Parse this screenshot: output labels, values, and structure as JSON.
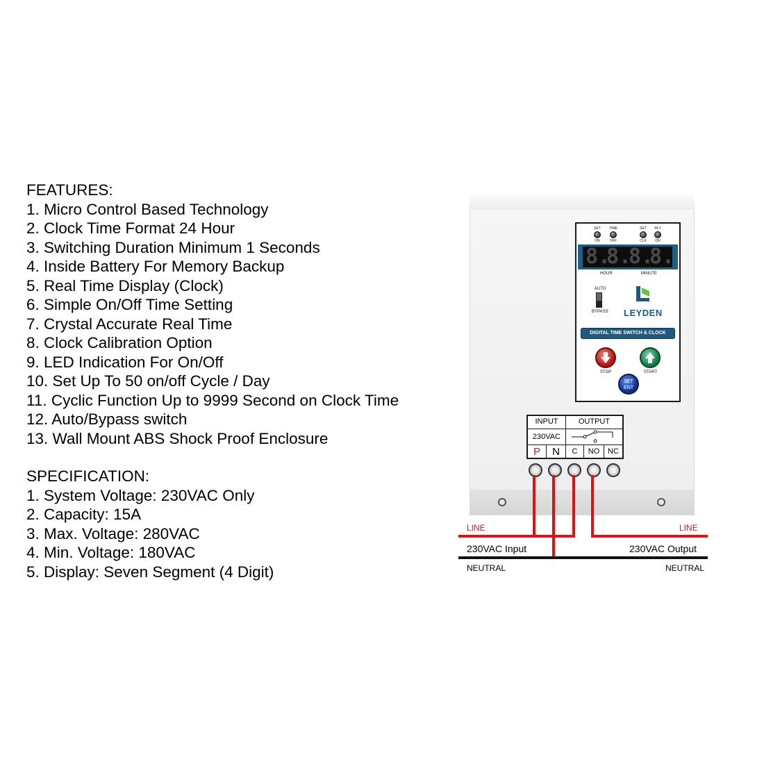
{
  "features": {
    "heading": "FEATURES:",
    "items": [
      "1. Micro Control Based Technology",
      "2. Clock Time Format 24 Hour",
      "3. Switching Duration Minimum 1 Seconds",
      "4. Inside Battery For Memory Backup",
      "5. Real Time Display (Clock)",
      "6. Simple On/Off Time Setting",
      "7. Crystal Accurate Real Time",
      "8. Clock Calibration Option",
      "9. LED Indication For On/Off",
      "10. Set Up To 50 on/off Cycle / Day",
      "11. Cyclic Function Up to 9999 Second on Clock Time",
      "12. Auto/Bypass switch",
      "13. Wall Mount ABS Shock Proof Enclosure"
    ]
  },
  "specification": {
    "heading": "SPECIFICATION:",
    "items": [
      "1. System Voltage: 230VAC Only",
      "2. Capacity: 15A",
      "3. Max. Voltage: 280VAC",
      "4. Min. Voltage: 180VAC",
      "5. Display: Seven Segment (4 Digit)"
    ]
  },
  "device": {
    "leds": [
      {
        "top": "SET",
        "bottom": "ON"
      },
      {
        "top": "TIME",
        "bottom": "OFF"
      },
      {
        "top": "SET",
        "bottom": "CLK"
      },
      {
        "top": "RLY",
        "bottom": "ON"
      }
    ],
    "display_digits": [
      "8.",
      "8.",
      "8.",
      "8."
    ],
    "hour_label": "HOUR",
    "minute_label": "MINUTE",
    "switch_top_label": "AUTO",
    "switch_bottom_label": "BYPASS",
    "brand": "LEYDEN",
    "product_title": "DIGITAL TIME SWITCH & CLOCK",
    "stop_label": "STOP",
    "start_label": "START",
    "set_label": "SET",
    "ent_label": "ENT",
    "colors": {
      "display_band": "#1e5f86",
      "stop": "#c0160f",
      "start": "#13884d",
      "set": "#1a3ea3",
      "brand": "#1f5a80",
      "logo_green": "#6abf45"
    }
  },
  "terminals": {
    "input_header": "INPUT",
    "output_header": "OUTPUT",
    "voltage": "230VAC",
    "labels": [
      "P",
      "N",
      "C",
      "NO",
      "NC"
    ]
  },
  "wiring": {
    "line_left": "LINE",
    "line_right": "LINE",
    "input_label": "230VAC Input",
    "output_label": "230VAC Output",
    "neutral_left": "NEUTRAL",
    "neutral_right": "NEUTRAL",
    "line_color": "#e01010",
    "neutral_color": "#111111"
  }
}
